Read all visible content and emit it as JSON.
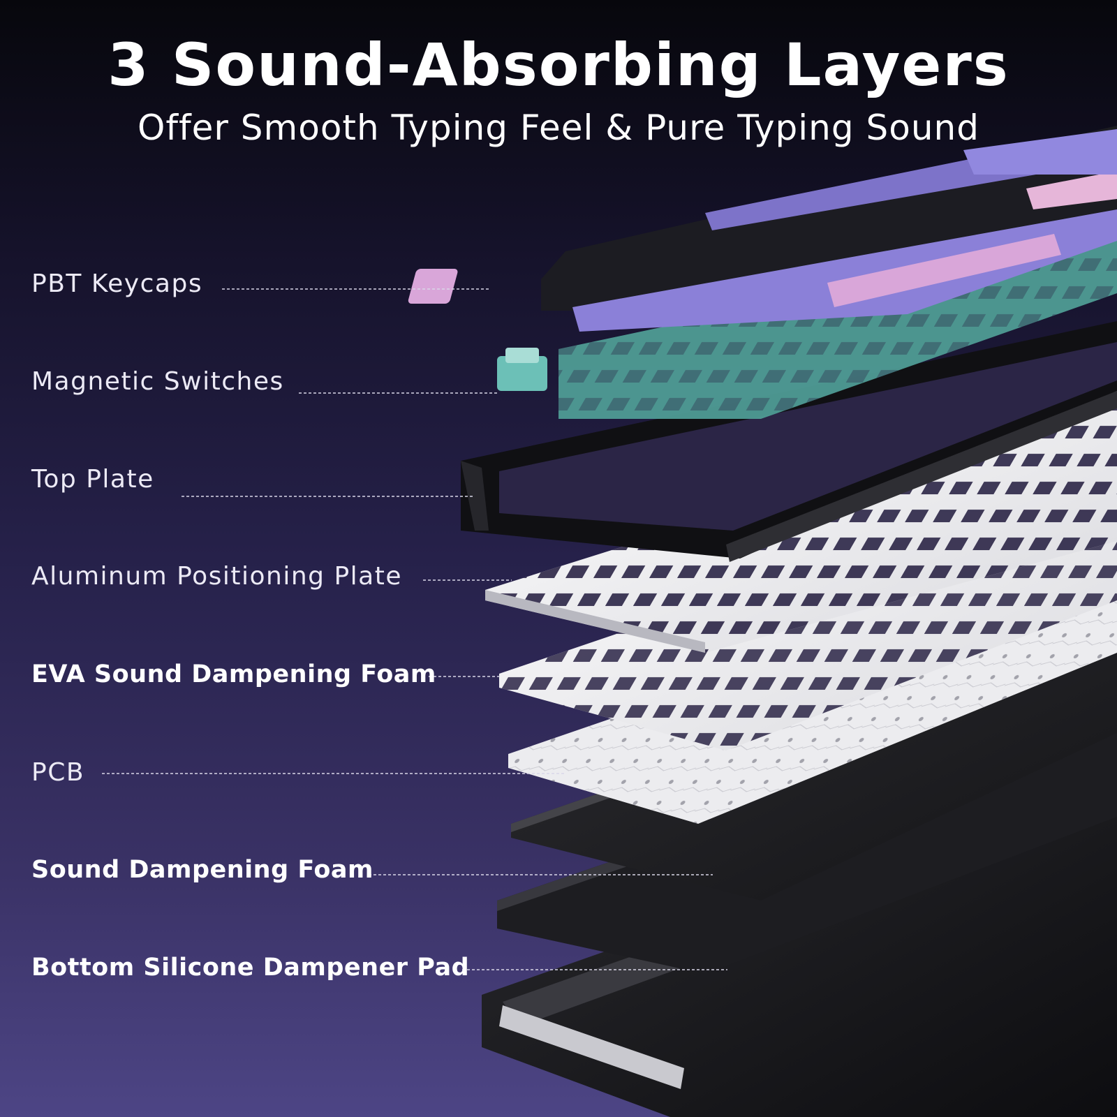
{
  "heading": {
    "title": "3 Sound-Absorbing Layers",
    "subtitle": "Offer Smooth Typing Feel & Pure Typing Sound"
  },
  "layers": [
    {
      "label": "PBT Keycaps",
      "emphasis": false
    },
    {
      "label": "Magnetic Switches",
      "emphasis": false
    },
    {
      "label": "Top Plate",
      "emphasis": false
    },
    {
      "label": "Aluminum  Positioning Plate",
      "emphasis": false
    },
    {
      "label": "EVA Sound Dampening Foam",
      "emphasis": true
    },
    {
      "label": "PCB",
      "emphasis": false
    },
    {
      "label": "Sound Dampening Foam",
      "emphasis": true
    },
    {
      "label": "Bottom Silicone Dampener Pad",
      "emphasis": true
    }
  ],
  "colors": {
    "keycap_black": "#1c1c22",
    "keycap_lavender": "#8b80d8",
    "keycap_pink": "#d9a6d9",
    "switch_teal": "#5fb0a8",
    "plate_white": "#f2f2f4",
    "case_black": "#151517"
  }
}
